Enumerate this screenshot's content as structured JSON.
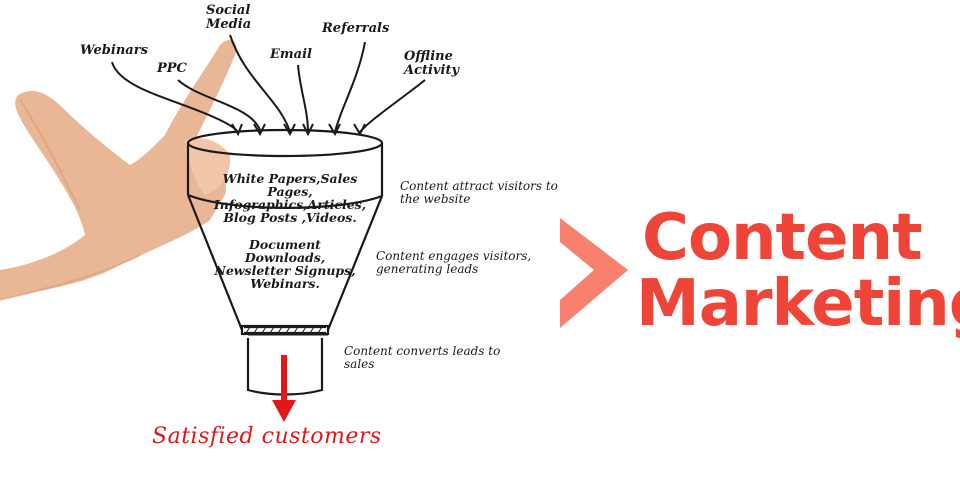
{
  "sources": [
    "Webinars",
    "PPC",
    "Social Media",
    "Email",
    "Referrals",
    "Offline Activity"
  ],
  "funnel": {
    "top_section": "White Papers,Sales Pages, Infographics,Articles, Blog Posts ,Videos.",
    "middle_section": "Document Downloads, Newsletter Signups, Webinars."
  },
  "notes": {
    "attract": "Content attract visitors to the website",
    "engage": "Content engages visitors, generating leads",
    "convert": "Content converts leads to sales"
  },
  "outcome": "Satisfied customers",
  "title": {
    "line1": "Content",
    "line2": "Marketing"
  },
  "colors": {
    "title": "#ef4538",
    "chevron": "#f7806f",
    "outcome": "#e01818",
    "ink": "#1a1a1a",
    "skin": "#e9b394"
  }
}
